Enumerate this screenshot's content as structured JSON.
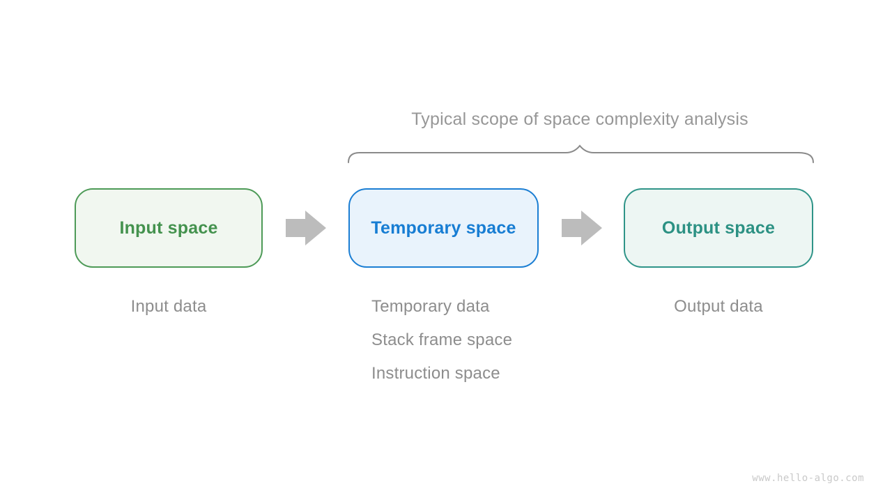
{
  "diagram": {
    "title": "Typical scope of space complexity analysis",
    "watermark": "www.hello-algo.com"
  },
  "boxes": [
    {
      "id": "input-space",
      "label": "Input space",
      "border_color": "#4d9a57",
      "fill_color": "#f1f7f0",
      "text_color": "#44924e"
    },
    {
      "id": "temporary-space",
      "label": "Temporary space",
      "border_color": "#1b7ed3",
      "fill_color": "#e9f3fc",
      "text_color": "#177dd3"
    },
    {
      "id": "output-space",
      "label": "Output space",
      "border_color": "#2f9488",
      "fill_color": "#edf6f3",
      "text_color": "#2c9183"
    }
  ],
  "annotations": {
    "input": "Input data",
    "temporary": [
      "Temporary data",
      "Stack frame space",
      "Instruction space"
    ],
    "output": "Output data"
  },
  "colors": {
    "arrow": "#bcbcbc",
    "brace": "#8a8a8a",
    "title_text": "#979797",
    "annotation_text": "#8d8d8d",
    "watermark_text": "#c9c9c9"
  }
}
